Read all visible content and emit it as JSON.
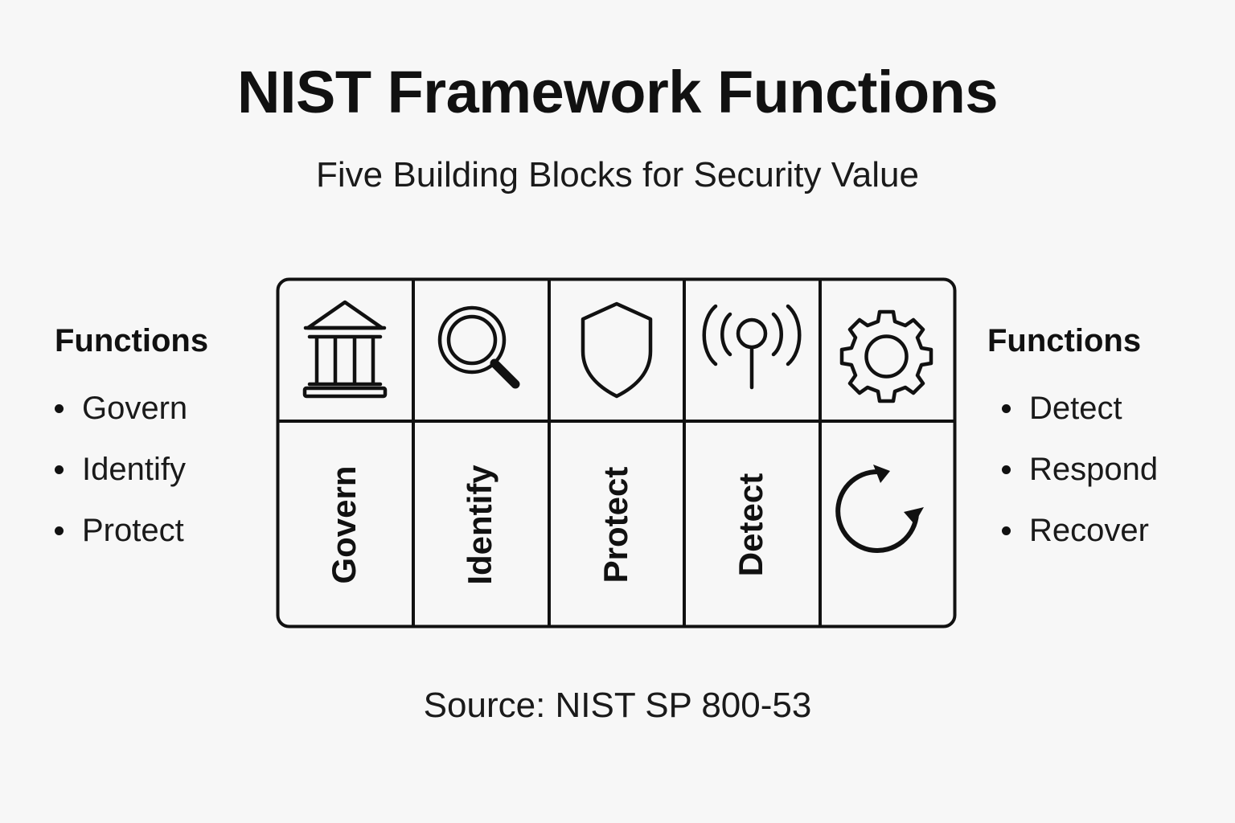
{
  "header": {
    "title": "NIST Framework Functions",
    "subtitle": "Five Building Blocks for Security Value"
  },
  "left_panel": {
    "heading": "Functions",
    "items": [
      "Govern",
      "Identify",
      "Protect"
    ]
  },
  "right_panel": {
    "heading": "Functions",
    "items": [
      "Detect",
      "Respond",
      "Recover"
    ]
  },
  "grid": {
    "columns": [
      {
        "icon": "bank-icon",
        "label": "Govern"
      },
      {
        "icon": "magnifier-icon",
        "label": "Identify"
      },
      {
        "icon": "shield-icon",
        "label": "Protect"
      },
      {
        "icon": "antenna-signal-icon",
        "label": "Detect"
      },
      {
        "icon": "gear-icon",
        "label": "",
        "bottom_icon": "circular-arrow-icon"
      }
    ]
  },
  "footer": {
    "source": "Source: NIST SP 800-53"
  },
  "colors": {
    "background": "#f7f7f7",
    "stroke": "#111111",
    "text": "#1a1a1a"
  }
}
